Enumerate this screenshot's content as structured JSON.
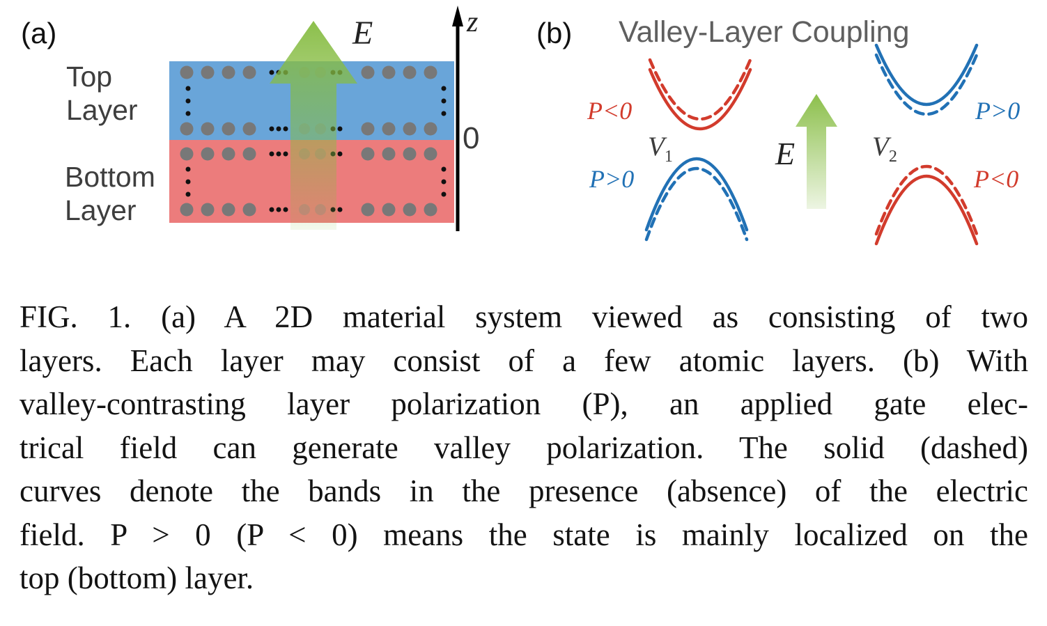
{
  "panel_a": {
    "tag": "(a)",
    "top_layer": [
      "Top",
      "Layer"
    ],
    "bottom_layer": [
      "Bottom",
      "Layer"
    ],
    "field_label": "E",
    "axis_label": "z",
    "origin_label": "0",
    "colors": {
      "top_layer_fill": "#69A5D9",
      "bottom_layer_fill": "#EC7C7C",
      "field_arrow_green": "#86BC42",
      "atom_dot_gray": "#787878"
    }
  },
  "panel_b": {
    "tag": "(b)",
    "title": "Valley-Layer Coupling",
    "field_label": "E",
    "valley1": {
      "label_base": "V",
      "label_sub": "1",
      "upper_band_label": "P<0",
      "lower_band_label": "P>0"
    },
    "valley2": {
      "label_base": "V",
      "label_sub": "2",
      "upper_band_label": "P>0",
      "lower_band_label": "P<0"
    },
    "colors": {
      "p_negative_red": "#D23B2C",
      "p_positive_blue": "#2171B5"
    }
  },
  "caption": {
    "lines": [
      "FIG. 1.  (a) A 2D material system viewed as consisting of two",
      "layers. Each layer may consist of a few atomic layers. (b) With",
      "valley-contrasting layer polarization (P), an applied gate elec-",
      "trical field can generate valley polarization. The solid (dashed)",
      "curves denote the bands in the presence (absence) of the electric",
      "field. P > 0 (P < 0) means the state is mainly localized on the",
      "top (bottom) layer."
    ]
  }
}
